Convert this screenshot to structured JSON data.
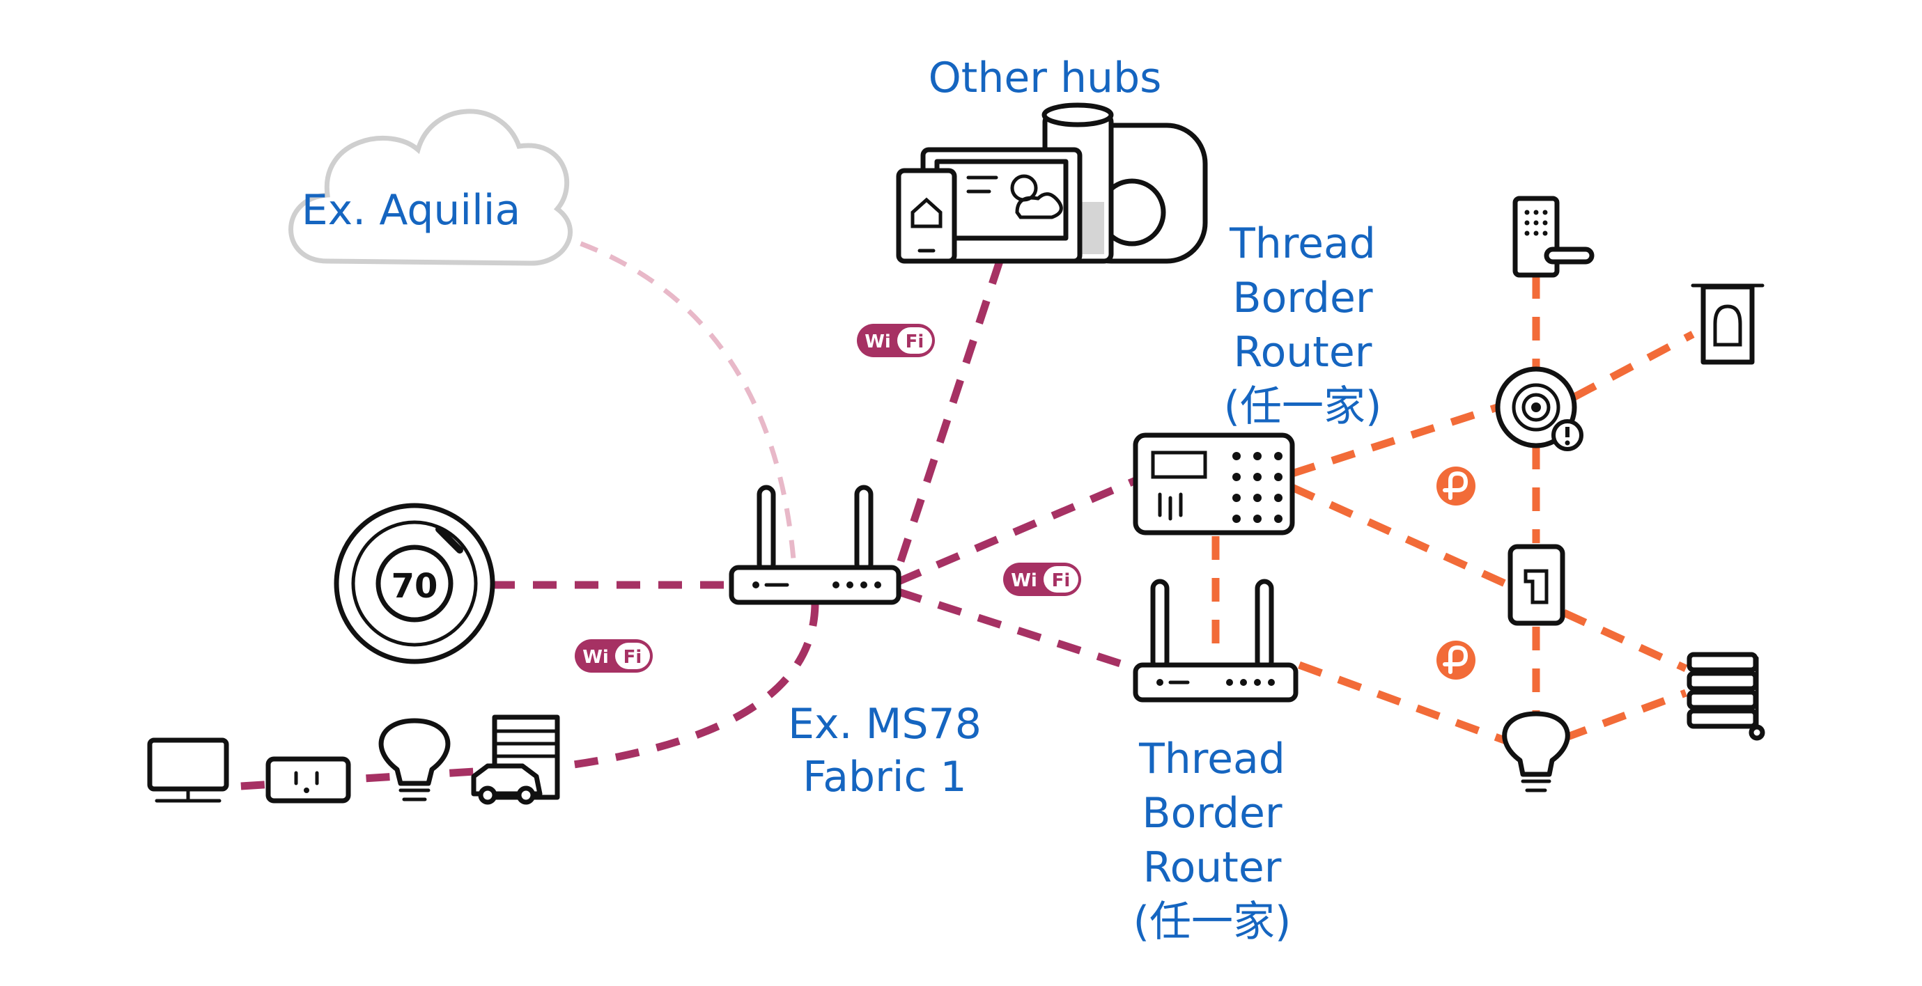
{
  "labels": {
    "cloud": "Ex. Aquilia",
    "other_hubs": "Other hubs",
    "border_router_top": [
      "Thread",
      "Border",
      "Router",
      "(任一家)"
    ],
    "border_router_bottom": [
      "Thread",
      "Border",
      "Router",
      "(任一家)"
    ],
    "fabric": [
      "Ex. MS78",
      "Fabric 1"
    ],
    "thermostat_value": "70"
  },
  "wifi_badges": [
    {
      "left": "Wi",
      "right": "Fi"
    },
    {
      "left": "Wi",
      "right": "Fi"
    },
    {
      "left": "Wi",
      "right": "Fi"
    }
  ],
  "icons": [
    "cloud-icon",
    "tablet-icon",
    "smart-display-icon",
    "smart-speaker-icon",
    "hub-icon",
    "wifi-router-icon",
    "thermostat-icon",
    "monitor-icon",
    "smart-plug-icon",
    "light-bulb-icon",
    "garage-door-icon",
    "car-icon",
    "security-panel-icon",
    "thread-router-icon",
    "door-lock-icon",
    "motion-sensor-icon",
    "smoke-detector-icon",
    "contact-sensor-icon",
    "window-blinds-icon",
    "thread-logo-icon"
  ],
  "colors": {
    "label": "#1565c0",
    "wifi_link": "#a63163",
    "cloud_link": "#e8b8c8",
    "thread_link": "#f26b38"
  }
}
